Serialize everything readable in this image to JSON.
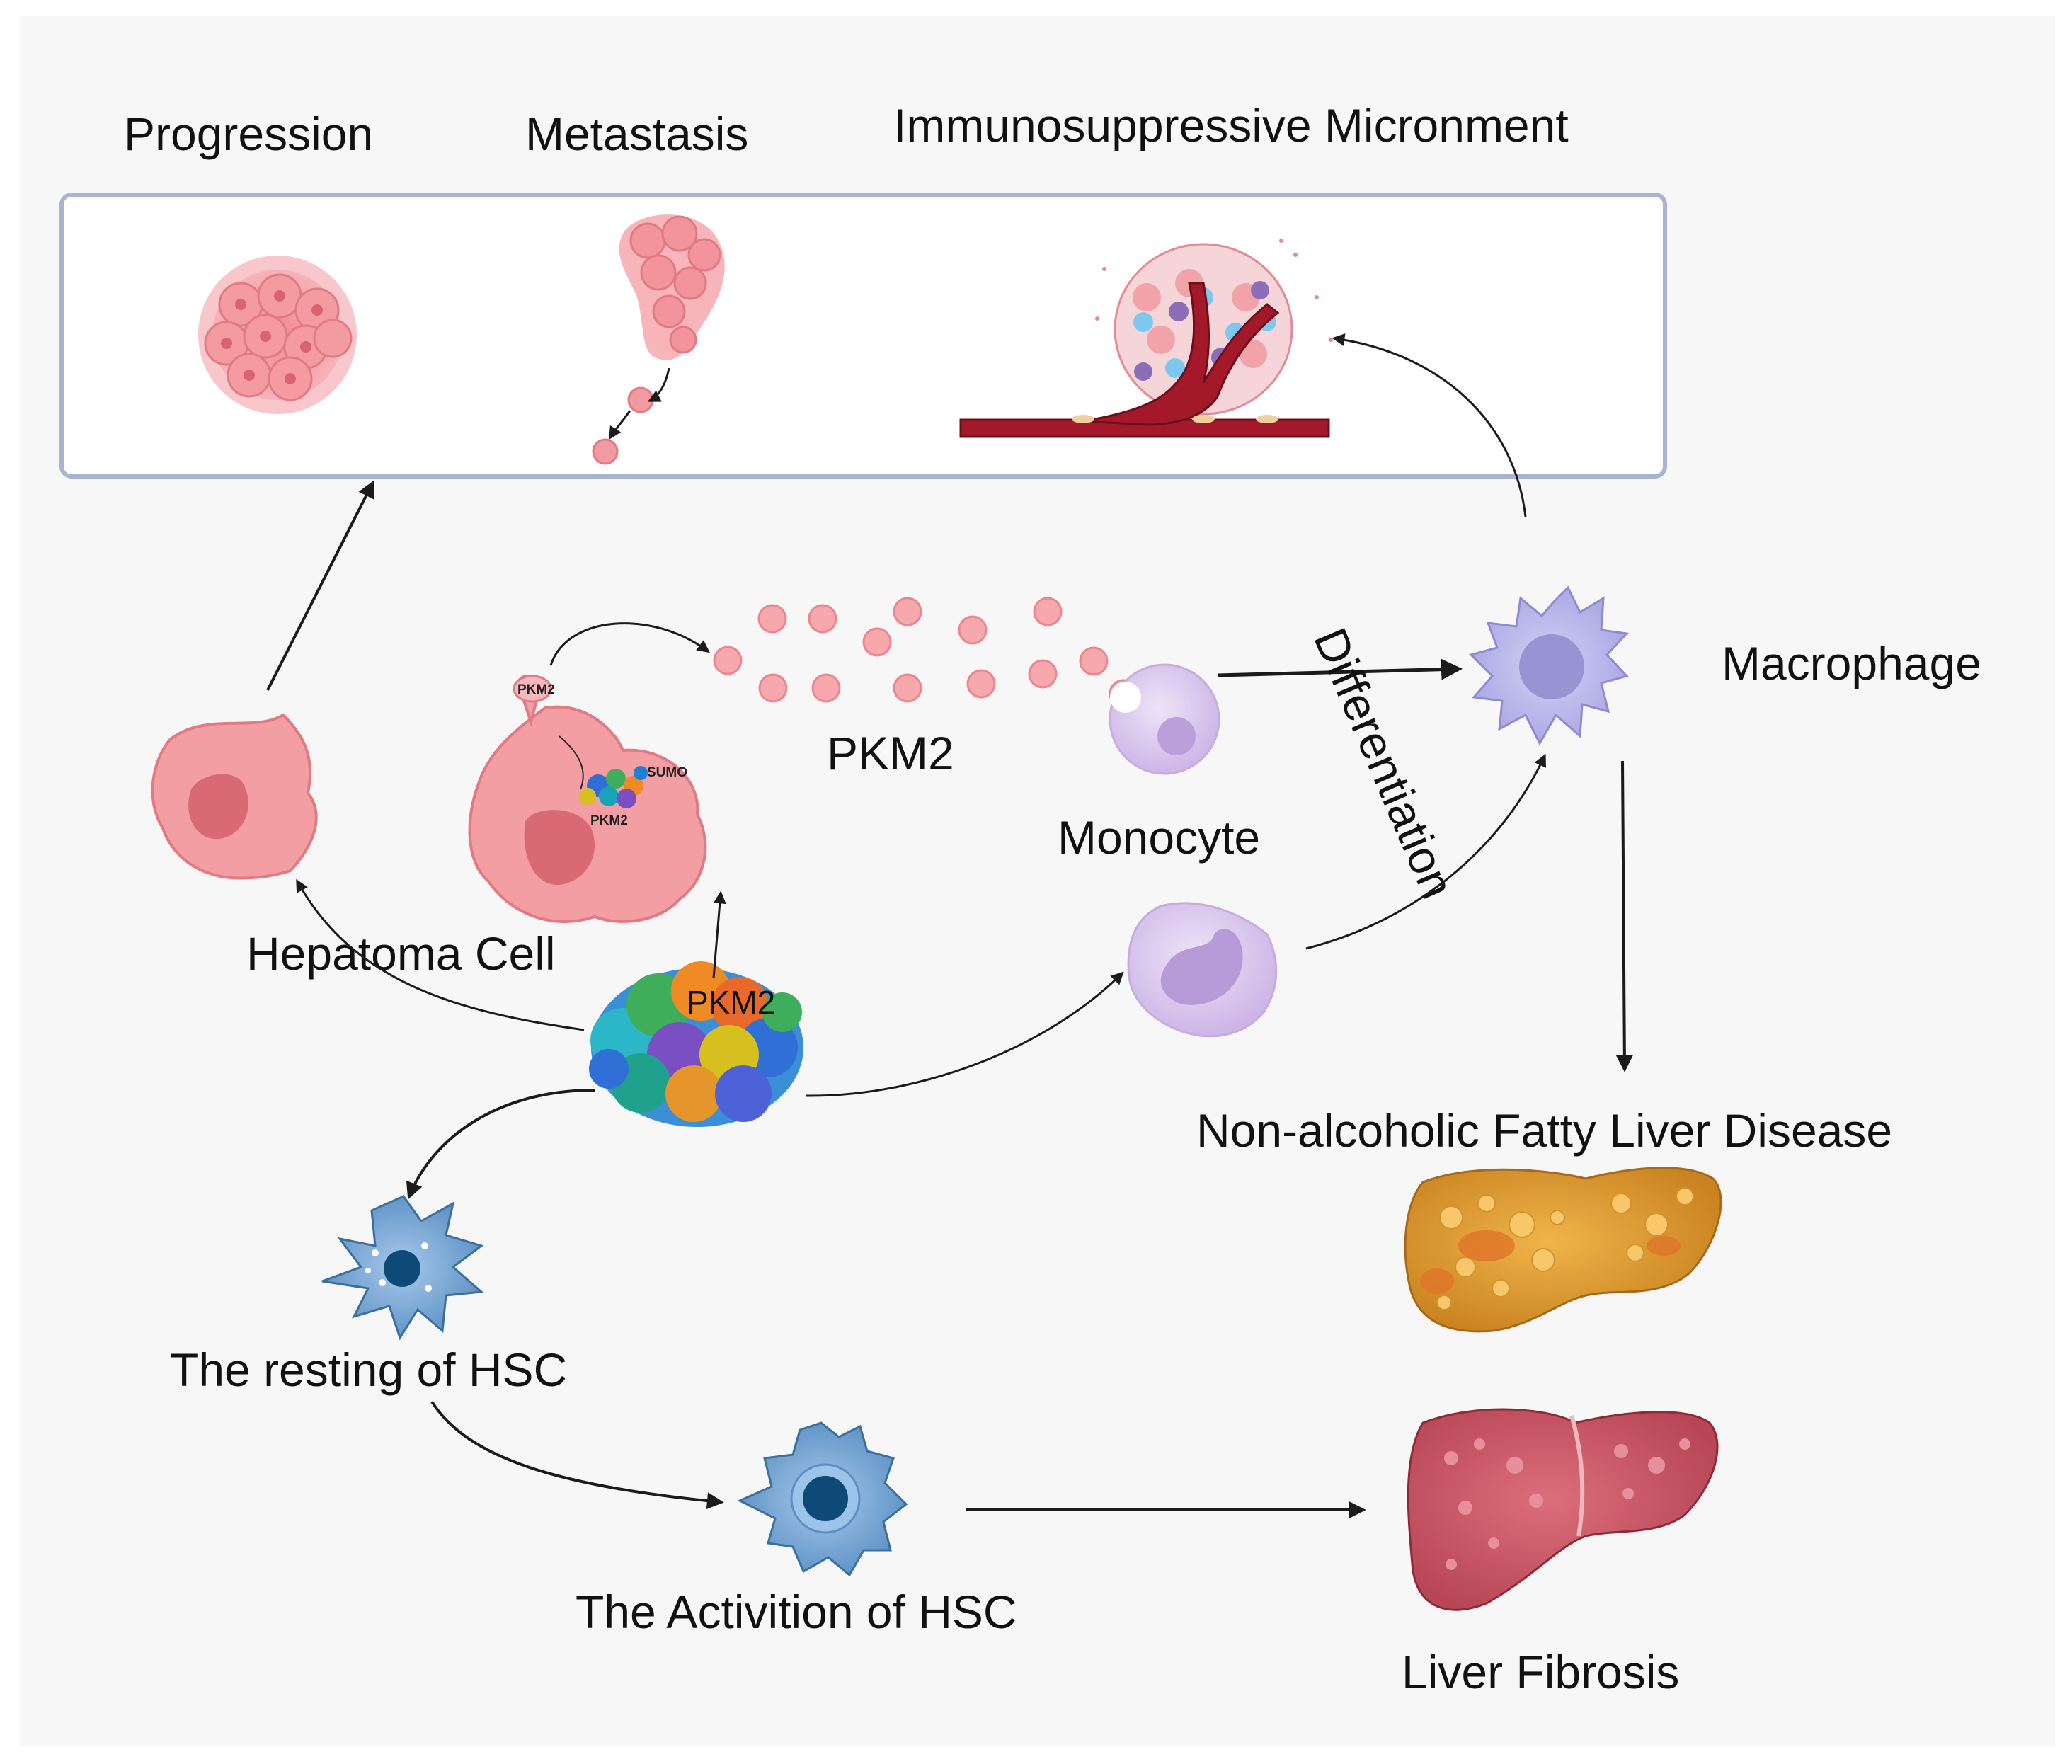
{
  "colors": {
    "background": "#ffffff",
    "panel_bg": "#f7f7f7",
    "box_stroke": "#a7b5d0",
    "tumor": "#ef8f96",
    "tumor_light": "#f7b8bc",
    "hepatoma": "#f29ea2",
    "hepatoma_nucleus": "#d96a73",
    "monocyte": "#d7c3ea",
    "monocyte_nucleus": "#b79ad8",
    "macrophage": "#b9b7ea",
    "macrophage_nucleus": "#9590d0",
    "hsc": "#6fa3d3",
    "hsc_nucleus": "#0d4a78",
    "fatty_liver": "#e3a03a",
    "fibrotic_liver": "#cf5a6a",
    "vessel": "#a3192a",
    "arrow": "#1b1b1b"
  },
  "labels": {
    "progression": "Progression",
    "metastasis": "Metastasis",
    "immunosuppressive": "Immunosuppressive Micronment",
    "macrophage": "Macrophage",
    "pkm2_secreted": "PKM2",
    "monocyte": "Monocyte",
    "differentiation": "Differentiation",
    "hepatoma_cell": "Hepatoma Cell",
    "pkm2_center": "PKM2",
    "nafld": "Non-alcoholic Fatty Liver Disease",
    "resting_hsc": "The resting of HSC",
    "activition_hsc": "The Activition of HSC",
    "liver_fibrosis": "Liver Fibrosis",
    "inset_pkm2_top": "PKM2",
    "inset_sumo": "SUMO",
    "inset_pkm2_bottom": "PKM2"
  },
  "icons": [
    "tumor-cluster-icon",
    "metastasis-cells-icon",
    "tumor-microenvironment-icon",
    "hepatoma-cell-icon",
    "pkm2-secreting-cell-icon",
    "pkm2-protein-icon",
    "monocyte-icon",
    "macrophage-icon",
    "resting-hsc-icon",
    "activated-hsc-icon",
    "fatty-liver-icon",
    "fibrotic-liver-icon"
  ]
}
